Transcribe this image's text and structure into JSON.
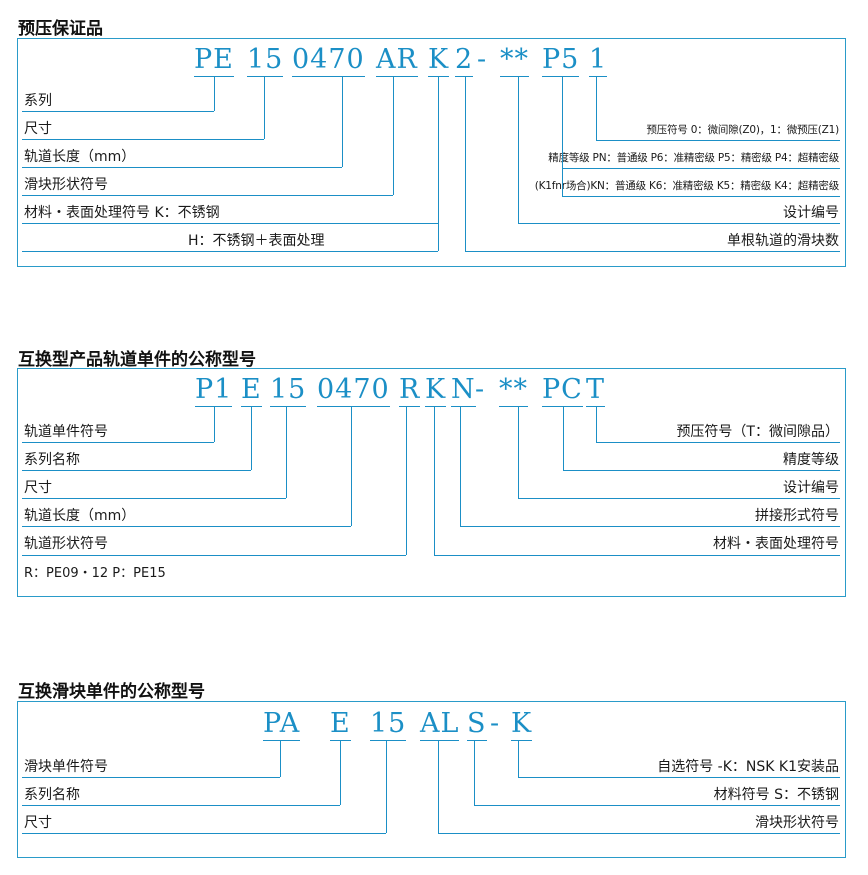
{
  "sections": [
    {
      "title": "预压保证品",
      "code_segments": [
        "PE",
        "15",
        "0470",
        "AR",
        "K",
        "2",
        "-",
        "**",
        "P5",
        "1"
      ],
      "left_labels": [
        "系列",
        "尺寸",
        "轨道长度（mm）",
        "滑块形状符号",
        "材料・表面处理符号 K：不锈钢",
        "H：不锈钢＋表面处理"
      ],
      "right_labels": [
        "预压符号  0：微间隙(Z0)，1：微预压(Z1)",
        "精度等级  PN：普通级  P6：准精密级  P5：精密级  P4：超精密级",
        "(K1fnr场合)KN：普通级  K6：准精密级  K5：精密级  K4：超精密级",
        "设计编号",
        "单根轨道的滑块数"
      ]
    },
    {
      "title": "互换型产品轨道单件的公称型号",
      "code_segments": [
        "P1",
        "E",
        "15",
        "0470",
        "R",
        "K",
        "N",
        "-",
        "**",
        "PC",
        "T"
      ],
      "left_labels": [
        "轨道单件符号",
        "系列名称",
        "尺寸",
        "轨道长度（mm）",
        "轨道形状符号",
        "R：PE09・12  P：PE15"
      ],
      "right_labels": [
        "预压符号（T：微间隙品）",
        "精度等级",
        "设计编号",
        "拼接形式符号",
        "材料・表面处理符号"
      ]
    },
    {
      "title": "互换滑块单件的公称型号",
      "code_segments": [
        "PA",
        "E",
        "15",
        "AL",
        "S",
        "-",
        "K"
      ],
      "left_labels": [
        "滑块单件符号",
        "系列名称",
        "尺寸"
      ],
      "right_labels": [
        "自选符号  -K：NSK K1安装品",
        "材料符号  S：不锈钢",
        "滑块形状符号"
      ]
    }
  ],
  "colors": {
    "accent": "#1b8fc6",
    "border": "#2a9bc9",
    "text": "#1a1a1a"
  }
}
